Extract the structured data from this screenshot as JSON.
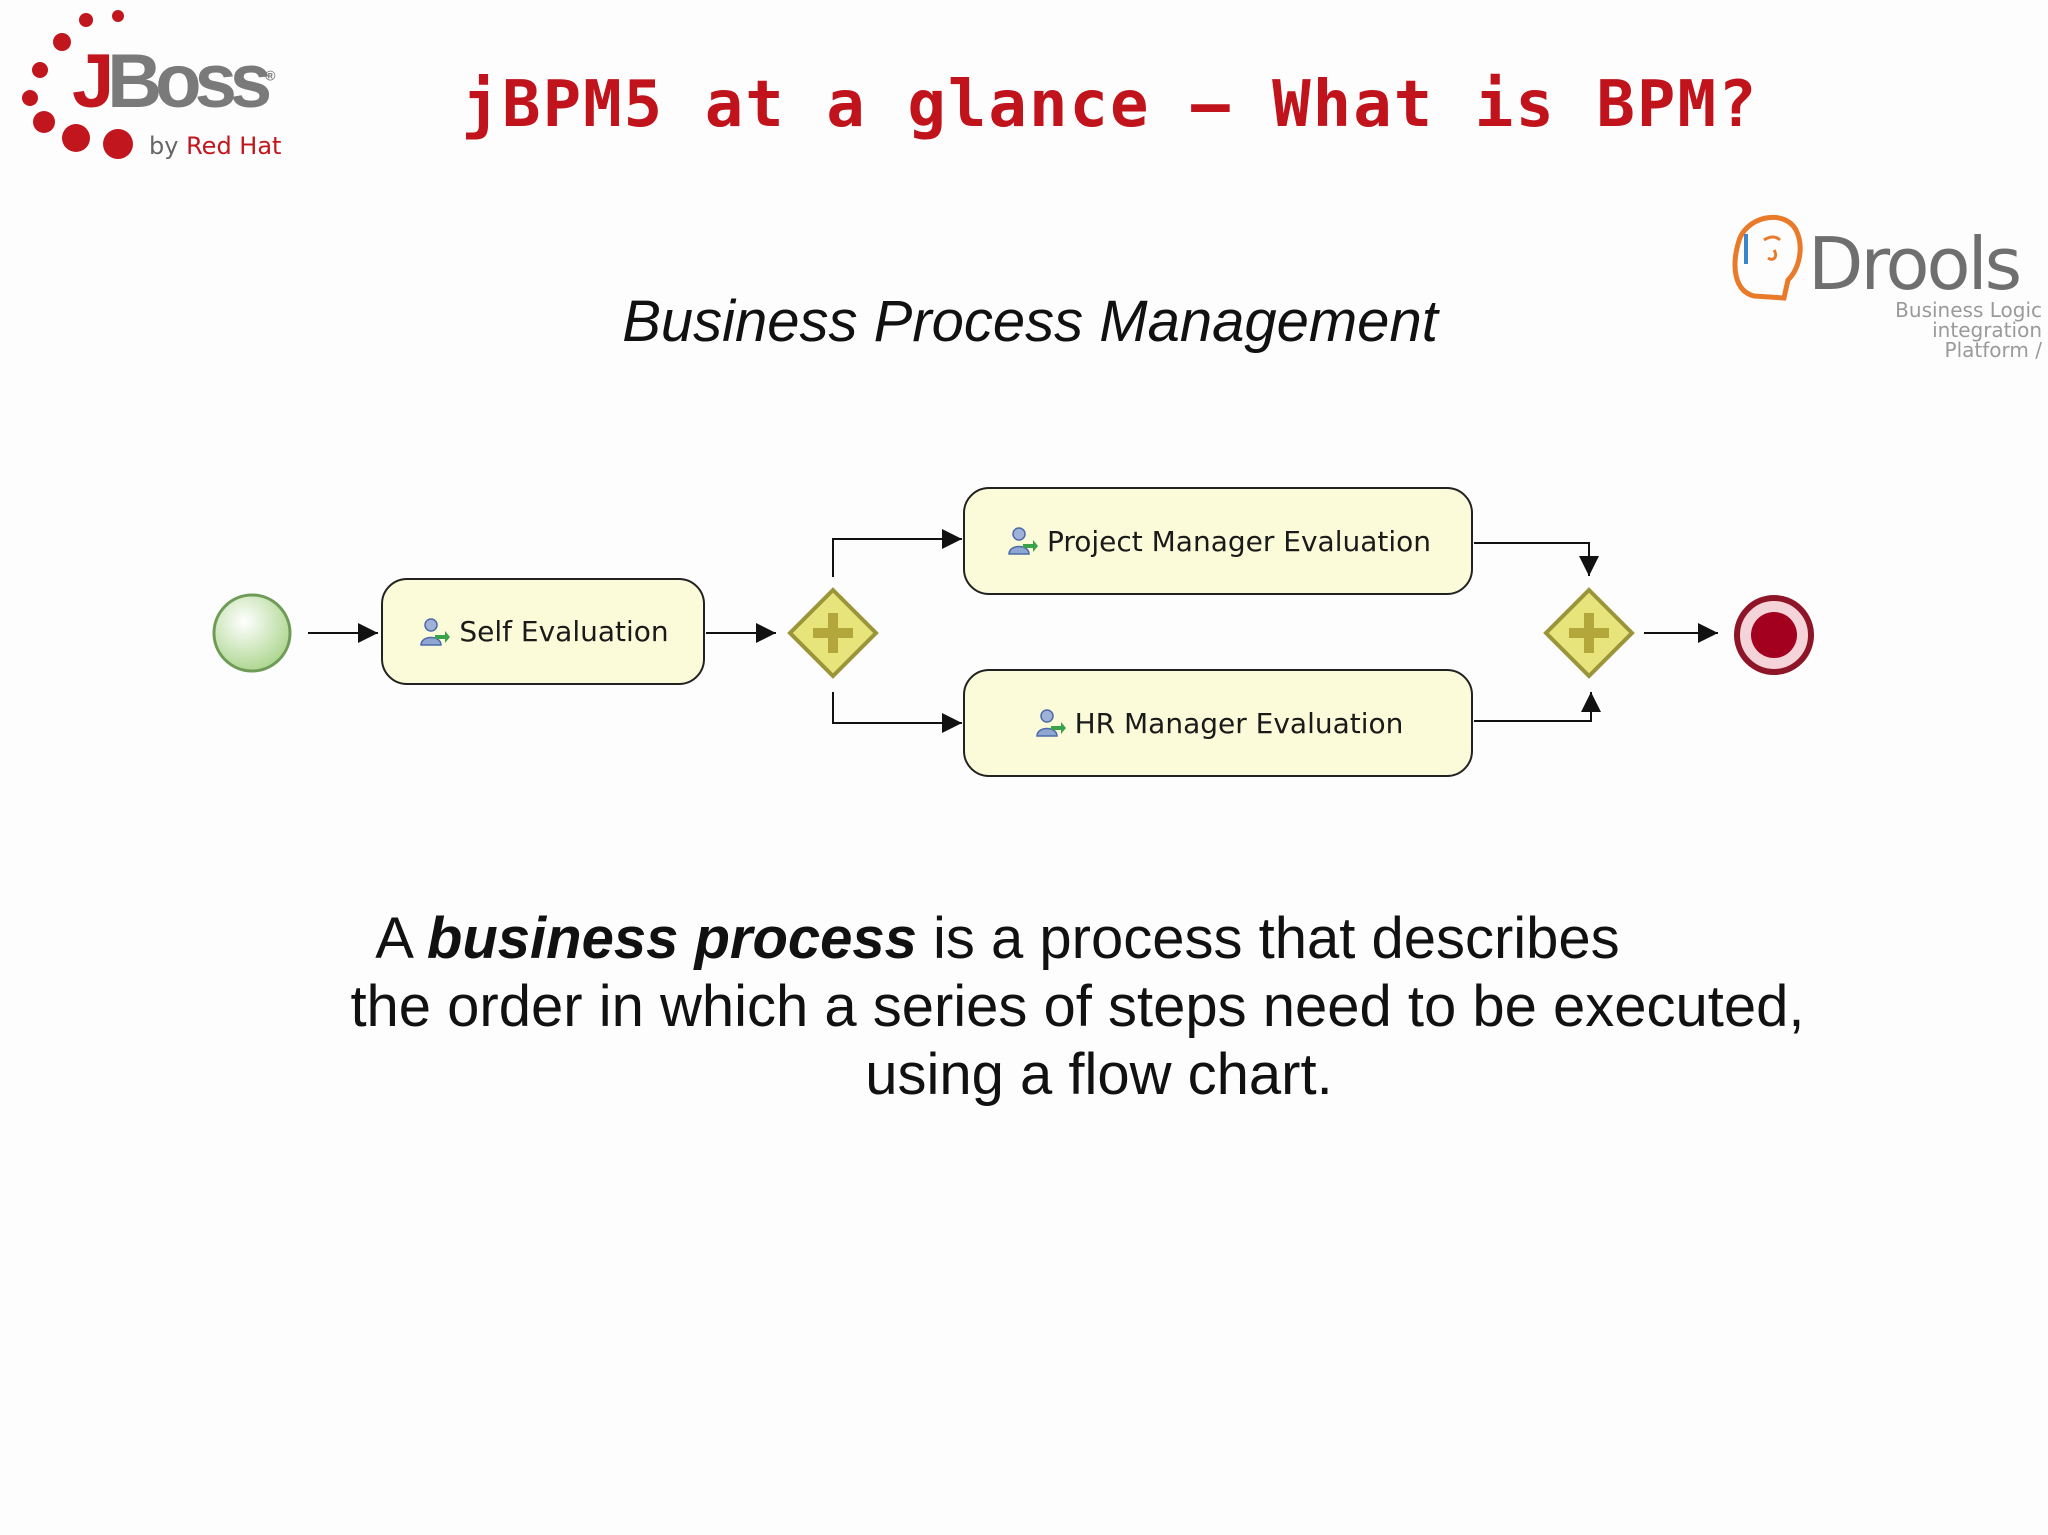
{
  "title": "jBPM5 at a glance – What is BPM?",
  "subtitle": "Business Process Management",
  "logos": {
    "jboss": {
      "word_j": "J",
      "word_rest": "Boss",
      "byline_prefix": "by ",
      "byline_brand": "Red Hat",
      "mark": "®"
    },
    "drools": {
      "word": "Drools",
      "tagline": [
        "Business Logic",
        "integration",
        "Platform /"
      ]
    }
  },
  "diagram": {
    "tasks": {
      "self_evaluation": "Self Evaluation",
      "project_manager_evaluation": "Project Manager Evaluation",
      "hr_manager_evaluation": "HR Manager Evaluation"
    },
    "colors": {
      "task_fill": "#fbfbd9",
      "gateway_fill": "#e6e47a",
      "gateway_plus": "#b3a63a",
      "start_fill": "#c9e7b0",
      "end_fill": "#a3001f"
    }
  },
  "body": {
    "line1_prefix": "A ",
    "line1_emphasis": "business process",
    "line1_suffix": " is a process that describes",
    "line2": "the order in which a series of steps need to be executed,",
    "line3": "using a flow chart."
  },
  "icons": [
    "user-task-icon",
    "parallel-gateway-icon",
    "start-event-icon",
    "end-event-icon",
    "arrow-icon"
  ]
}
